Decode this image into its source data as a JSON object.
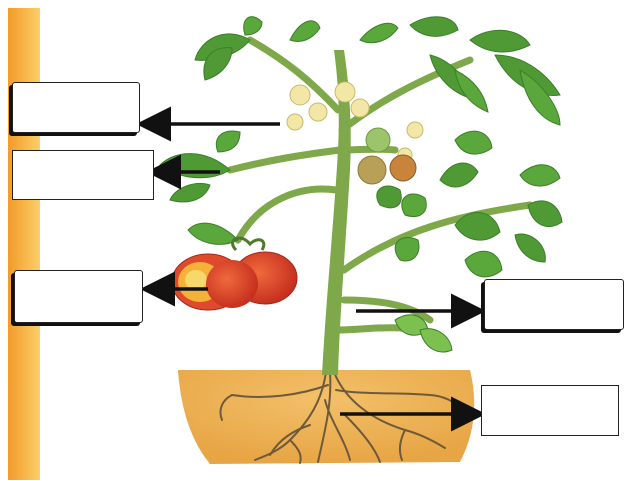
{
  "diagram": {
    "colors": {
      "side_bar": "#f7b23b",
      "soil": "#e9a84a",
      "stem": "#7fa84a",
      "leaf": "#4f9a35",
      "leaf_light": "#7cc050",
      "fruit": "#d9432a",
      "flower": "#f2e7a6",
      "root": "#6e5a3a",
      "arrow": "#111111"
    },
    "labels": [
      {
        "part": "flower",
        "text": ""
      },
      {
        "part": "leaf",
        "text": ""
      },
      {
        "part": "fruit",
        "text": ""
      },
      {
        "part": "stem",
        "text": ""
      },
      {
        "part": "root",
        "text": ""
      }
    ]
  }
}
